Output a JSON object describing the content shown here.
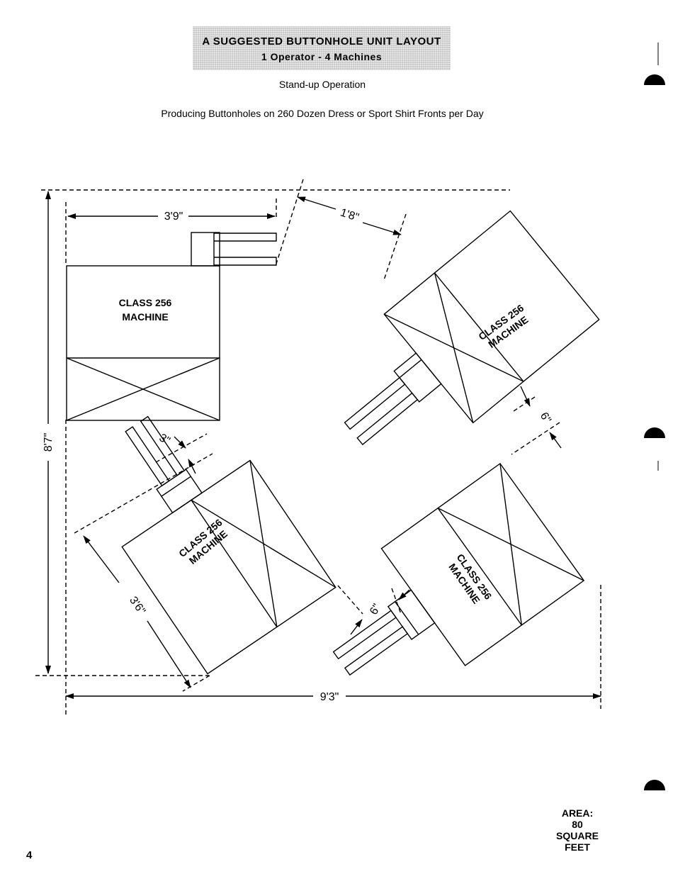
{
  "header": {
    "title_line1": "A SUGGESTED BUTTONHOLE UNIT LAYOUT",
    "title_line2": "1 Operator - 4 Machines",
    "subtitle": "Stand-up Operation",
    "description": "Producing Buttonholes on 260 Dozen Dress or Sport Shirt Fronts per Day"
  },
  "machines": [
    {
      "line1": "CLASS 256",
      "line2": "MACHINE"
    },
    {
      "line1": "CLASS 256",
      "line2": "MACHINE"
    },
    {
      "line1": "CLASS 256",
      "line2": "MACHINE"
    },
    {
      "line1": "CLASS 256",
      "line2": "MACHINE"
    }
  ],
  "dimensions": {
    "top_width": "3'9\"",
    "diagonal_gap_top": "1'8\"",
    "overall_height": "8'7\"",
    "gap_left": "3\"",
    "gap_right_upper": "6\"",
    "gap_right_lower": "6\"",
    "machine_depth": "3'6\"",
    "overall_width": "9'3\""
  },
  "area": {
    "line1": "AREA:",
    "line2": "80",
    "line3": "SQUARE",
    "line4": "FEET"
  },
  "page_number": "4"
}
